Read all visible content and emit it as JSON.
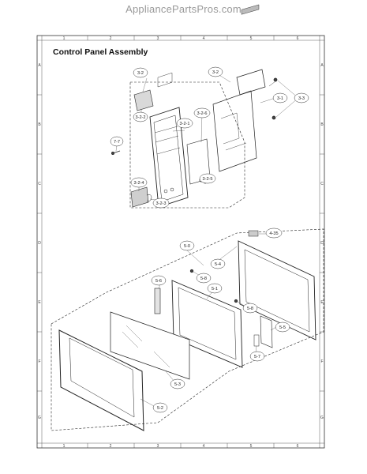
{
  "site_header": "AppliancePartsPros.com",
  "diagram_title": "Control Panel Assembly",
  "grid": {
    "columns": [
      "1",
      "2",
      "3",
      "4",
      "5",
      "6"
    ],
    "rows": [
      "A",
      "B",
      "C",
      "D",
      "E",
      "F",
      "G"
    ]
  },
  "callouts": {
    "c_3_2_top": "3-2",
    "c_3_2_right": "3-2",
    "c_3_2_2": "3-2-2",
    "c_3_2_1": "3-2-1",
    "c_3_2_6": "3-2-6",
    "c_3_1": "3-1",
    "c_3_3": "3-3",
    "c_7_7": "7-7",
    "c_3_2_4": "3-2-4",
    "c_3_2_5": "3-2-5",
    "c_3_2_3": "3-2-3",
    "c_4_35": "4-35",
    "c_5_0": "5-0",
    "c_5_4": "5-4",
    "c_5_6": "5-6",
    "c_5_8_a": "5-8",
    "c_5_1": "5-1",
    "c_5_8_b": "5-8",
    "c_5_5": "5-5",
    "c_5_7": "5-7",
    "c_5_3": "5-3",
    "c_5_2": "5-2"
  }
}
